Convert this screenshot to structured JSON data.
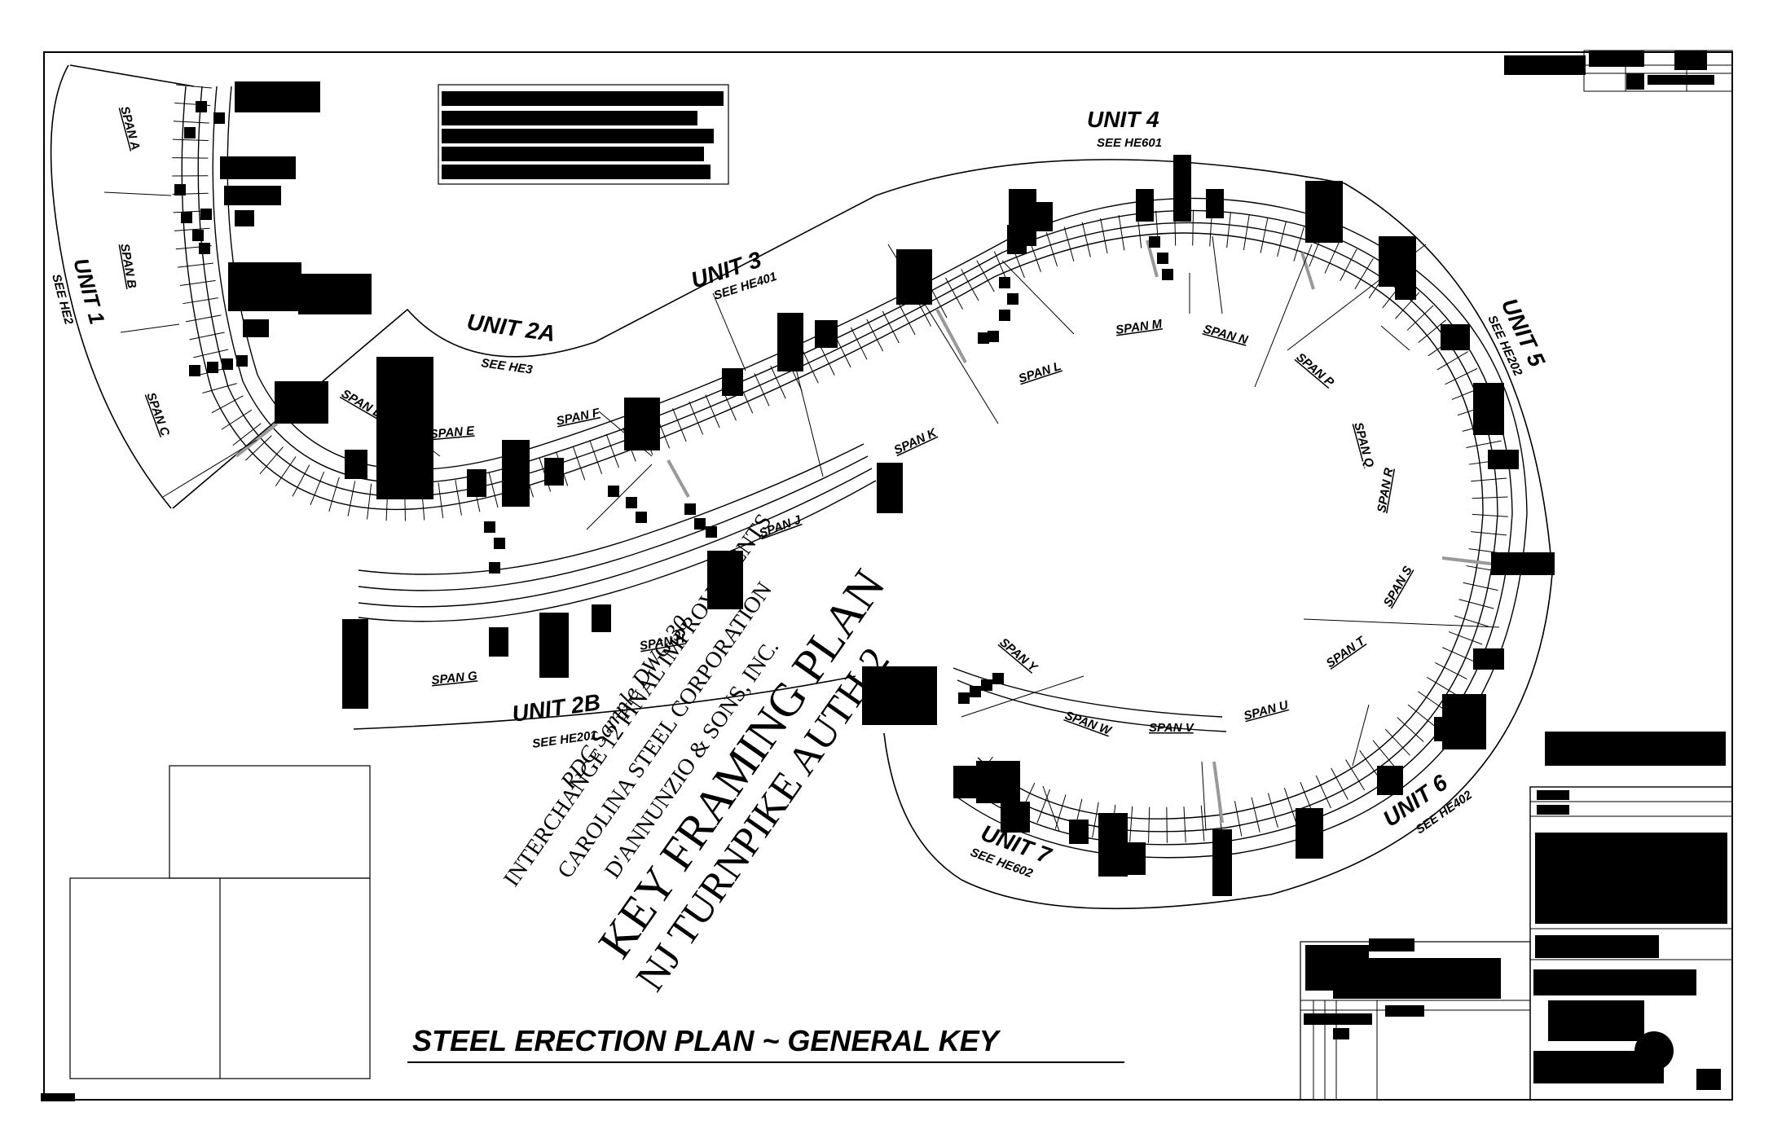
{
  "drawing": {
    "title": "STEEL ERECTION PLAN ~ GENERAL KEY",
    "units": [
      {
        "name": "UNIT 1",
        "ref": "SEE HE2"
      },
      {
        "name": "UNIT 2A",
        "ref": "SEE HE3"
      },
      {
        "name": "UNIT 2B",
        "ref": "SEE HE201"
      },
      {
        "name": "UNIT 3",
        "ref": "SEE HE401"
      },
      {
        "name": "UNIT 4",
        "ref": "SEE HE601"
      },
      {
        "name": "UNIT 5",
        "ref": "SEE HE202"
      },
      {
        "name": "UNIT 6",
        "ref": "SEE HE402"
      },
      {
        "name": "UNIT 7",
        "ref": "SEE HE602"
      }
    ],
    "spans": [
      "SPAN A",
      "SPAN B",
      "SPAN C",
      "SPAN D",
      "SPAN E",
      "SPAN F",
      "SPAN G",
      "SPAN H",
      "SPAN J",
      "SPAN K",
      "SPAN L",
      "SPAN M",
      "SPAN N",
      "SPAN P",
      "SPAN Q",
      "SPAN R",
      "SPAN S",
      "SPAN T",
      "SPAN U",
      "SPAN V",
      "SPAN W",
      "SPAN Y"
    ],
    "watermark": [
      "PDC Sample DWG 30",
      "INTERCHANGE 12 FINAL IMPROVEMENTS",
      "CAROLINA STEEL CORPORATION",
      "D'ANNUNZIO & SONS, INC."
    ],
    "watermark_large": [
      "KEY FRAMING PLAN",
      "NJ TURNPIKE AUTH 2"
    ]
  },
  "colors": {
    "ink": "#000000",
    "paper": "#ffffff",
    "sections": "#999999"
  }
}
